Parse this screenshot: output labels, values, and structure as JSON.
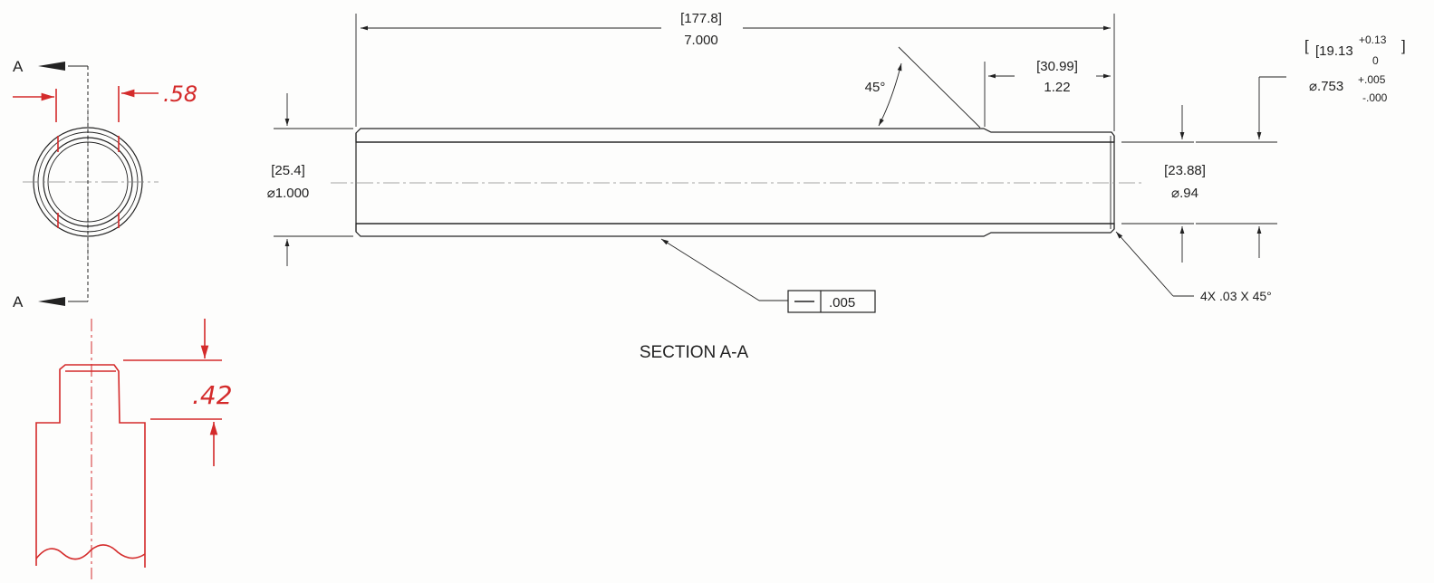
{
  "dimensions": {
    "overall_length_mm": "[177.8]",
    "overall_length_in": "7.000",
    "step_length_mm": "[30.99]",
    "step_length_in": "1.22",
    "chamfer_angle": "45°",
    "od_mm": "[25.4]",
    "od_in": "⌀1.000",
    "id_mm": "[23.88]",
    "id_in": "⌀.94",
    "step_od_mm_base": "[19.13",
    "step_od_mm_tol_plus": "+0.13",
    "step_od_mm_tol_minus": "0",
    "step_od_mm_close": "]",
    "step_od_in_base": "⌀.753",
    "step_od_in_tol_plus": "+.005",
    "step_od_in_tol_minus": "-.000",
    "chamfer_note": "4X .03 X 45°"
  },
  "tolerance_frame": {
    "symbol": "straightness",
    "value": ".005"
  },
  "section": {
    "title": "SECTION A-A",
    "marker_top": "A",
    "marker_bottom": "A"
  },
  "annotations": {
    "handwritten_top": ".58",
    "handwritten_bottom": ".42",
    "ink_color": "#d42b2b"
  }
}
